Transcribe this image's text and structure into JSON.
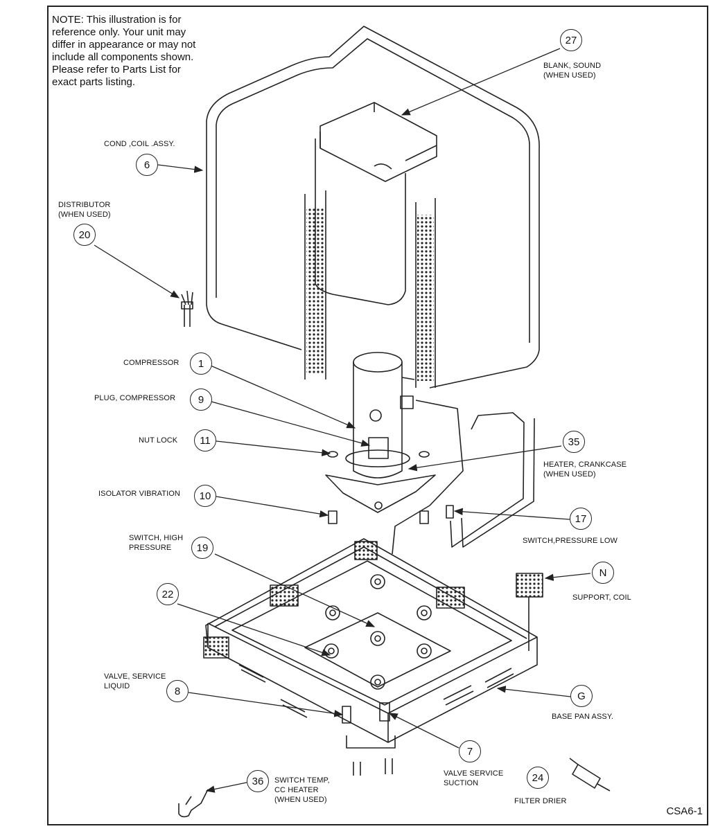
{
  "note": "NOTE: This illustration is for\nreference only. Your unit may\ndiffer in appearance or may not\ninclude all components shown.\nPlease refer to Parts List for\nexact parts listing.",
  "drawing_code": "CSA6-1",
  "parts": {
    "p27": {
      "number": "27",
      "label": "BLANK, SOUND\n(WHEN USED)"
    },
    "p6": {
      "number": "6",
      "label": "COND ,COIL .ASSY."
    },
    "p20": {
      "number": "20",
      "label": "DISTRIBUTOR\n(WHEN USED)"
    },
    "p1": {
      "number": "1",
      "label": "COMPRESSOR"
    },
    "p9": {
      "number": "9",
      "label": "PLUG, COMPRESSOR"
    },
    "p11": {
      "number": "11",
      "label": "NUT LOCK"
    },
    "p35": {
      "number": "35",
      "label": "HEATER, CRANKCASE\n(WHEN USED)"
    },
    "p10": {
      "number": "10",
      "label": "ISOLATOR VIBRATION"
    },
    "p17": {
      "number": "17",
      "label": "SWITCH,PRESSURE LOW"
    },
    "p19": {
      "number": "19",
      "label": "SWITCH, HIGH\nPRESSURE"
    },
    "pN": {
      "number": "N",
      "label": "SUPPORT, COIL"
    },
    "p22": {
      "number": "22",
      "label": ""
    },
    "p8": {
      "number": "8",
      "label": "VALVE, SERVICE\nLIQUID"
    },
    "pG": {
      "number": "G",
      "label": "BASE PAN ASSY."
    },
    "p7": {
      "number": "7",
      "label": "VALVE SERVICE\nSUCTION"
    },
    "p36": {
      "number": "36",
      "label": "SWITCH TEMP,\nCC HEATER\n(WHEN USED)"
    },
    "p24": {
      "number": "24",
      "label": "FILTER DRIER"
    }
  }
}
